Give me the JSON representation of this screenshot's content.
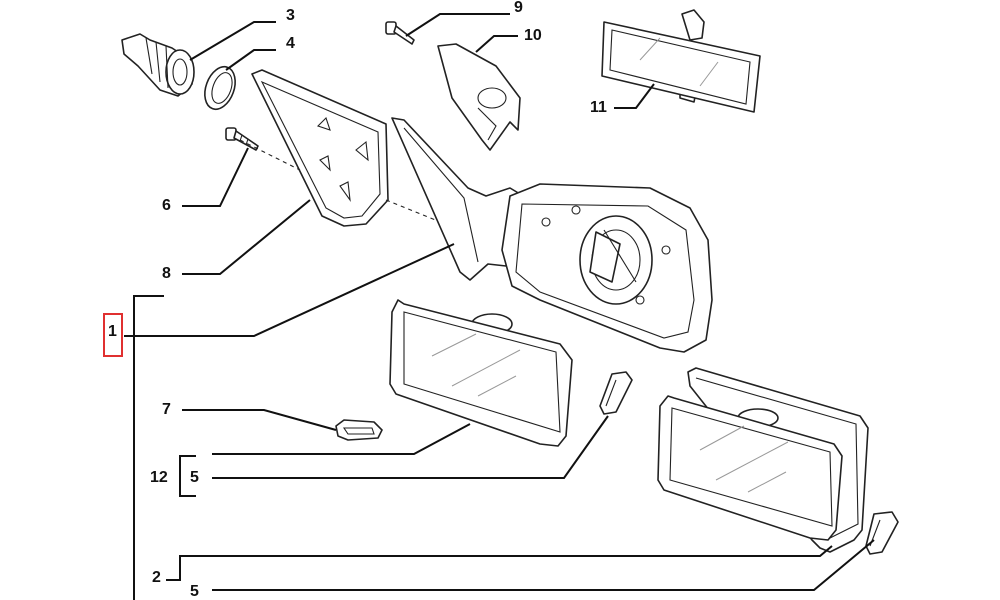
{
  "callouts": {
    "c1": "1",
    "c2": "2",
    "c3": "3",
    "c4": "4",
    "c5a": "5",
    "c5b": "5",
    "c6": "6",
    "c7": "7",
    "c8": "8",
    "c9": "9",
    "c10": "10",
    "c11": "11",
    "c12": "12"
  },
  "highlight": {
    "callout": "1",
    "color": "#e03030"
  }
}
